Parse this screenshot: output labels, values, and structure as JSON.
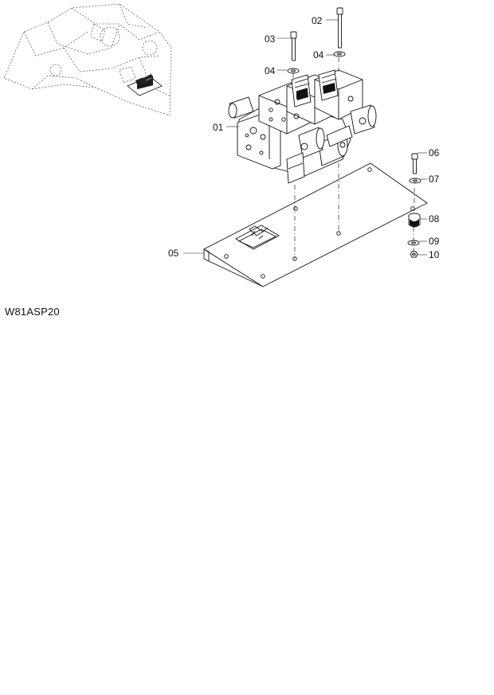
{
  "diagram": {
    "reference_code": "W81ASP20",
    "callouts": [
      {
        "id": "01",
        "part": "control-valve"
      },
      {
        "id": "02",
        "part": "long-bolt"
      },
      {
        "id": "03",
        "part": "bolt"
      },
      {
        "id": "04",
        "part": "washer"
      },
      {
        "id": "04",
        "part": "washer"
      },
      {
        "id": "05",
        "part": "mounting-plate"
      },
      {
        "id": "06",
        "part": "bolt"
      },
      {
        "id": "07",
        "part": "washer"
      },
      {
        "id": "08",
        "part": "rubber-mount"
      },
      {
        "id": "09",
        "part": "washer"
      },
      {
        "id": "10",
        "part": "nut"
      }
    ]
  }
}
